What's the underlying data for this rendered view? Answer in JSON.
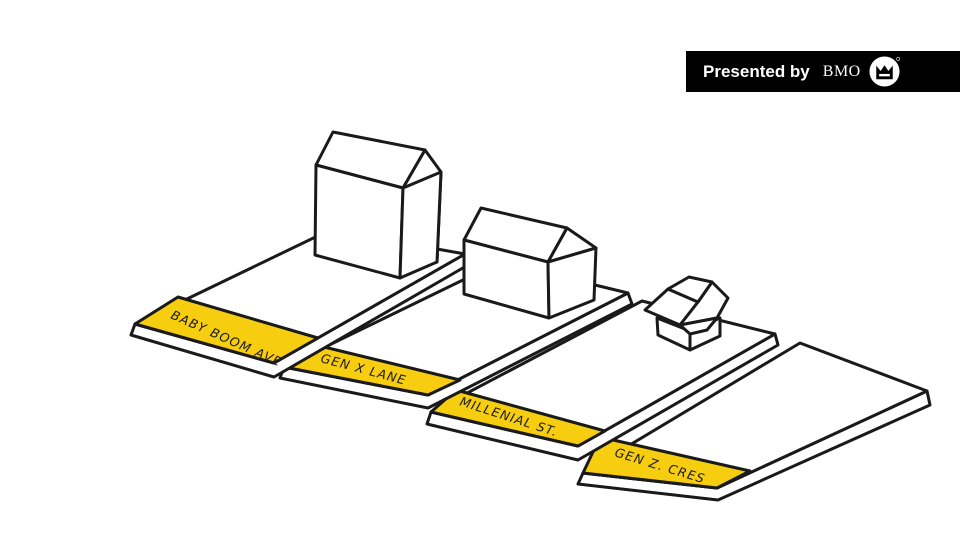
{
  "banner": {
    "presented_by": "Presented by",
    "brand": "BMO",
    "brand_icon": "bmo-roundel-logo",
    "background": "#000000",
    "text_color": "#ffffff"
  },
  "lots": [
    {
      "label": "BABY BOOM AVE"
    },
    {
      "label": "GEN X LANE"
    },
    {
      "label": "MILLENIAL ST."
    },
    {
      "label": "GEN Z. CRES"
    }
  ],
  "colors": {
    "strip": "#f7cd0f",
    "ink": "#1a1a1a",
    "background": "#ffffff"
  },
  "houses": [
    "large-house-icon",
    "medium-house-icon",
    "open-box-icon",
    "empty-lot"
  ]
}
